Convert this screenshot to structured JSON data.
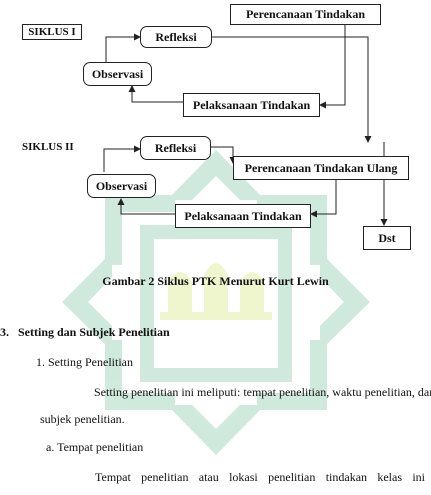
{
  "diagram": {
    "cycle1": {
      "label": "SIKLUS I",
      "planning": "Perencanaan Tindakan",
      "reflection": "Refleksi",
      "observation": "Observasi",
      "action": "Pelaksanaan Tindakan"
    },
    "cycle2": {
      "label": "SIKLUS II",
      "reflection": "Refleksi",
      "replanning": "Perencanaan Tindakan Ulang",
      "observation": "Observasi",
      "action": "Pelaksanaan Tindakan",
      "continue": "Dst"
    },
    "caption": "Gambar 2 Siklus PTK Menurut Kurt Lewin"
  },
  "document": {
    "section_number": "3.",
    "section_title": "Setting dan Subjek Penelitian",
    "subsection": "1.  Setting Penelitian",
    "paragraph_line1": "Setting penelitian ini meliputi: tempat penelitian, waktu penelitian, dan",
    "paragraph_line2": "subjek penelitian.",
    "item_a": "a.  Tempat penelitian",
    "last_line_words": [
      "Tempat",
      "penelitian",
      "atau",
      "lokasi",
      "penelitian",
      "tindakan",
      "kelas",
      "ini"
    ]
  },
  "colors": {
    "watermark": "#c8e6d8",
    "watermark_accent": "#eef6c8",
    "line": "#222222"
  },
  "icons": {
    "watermark": "university-emblem-watermark"
  }
}
